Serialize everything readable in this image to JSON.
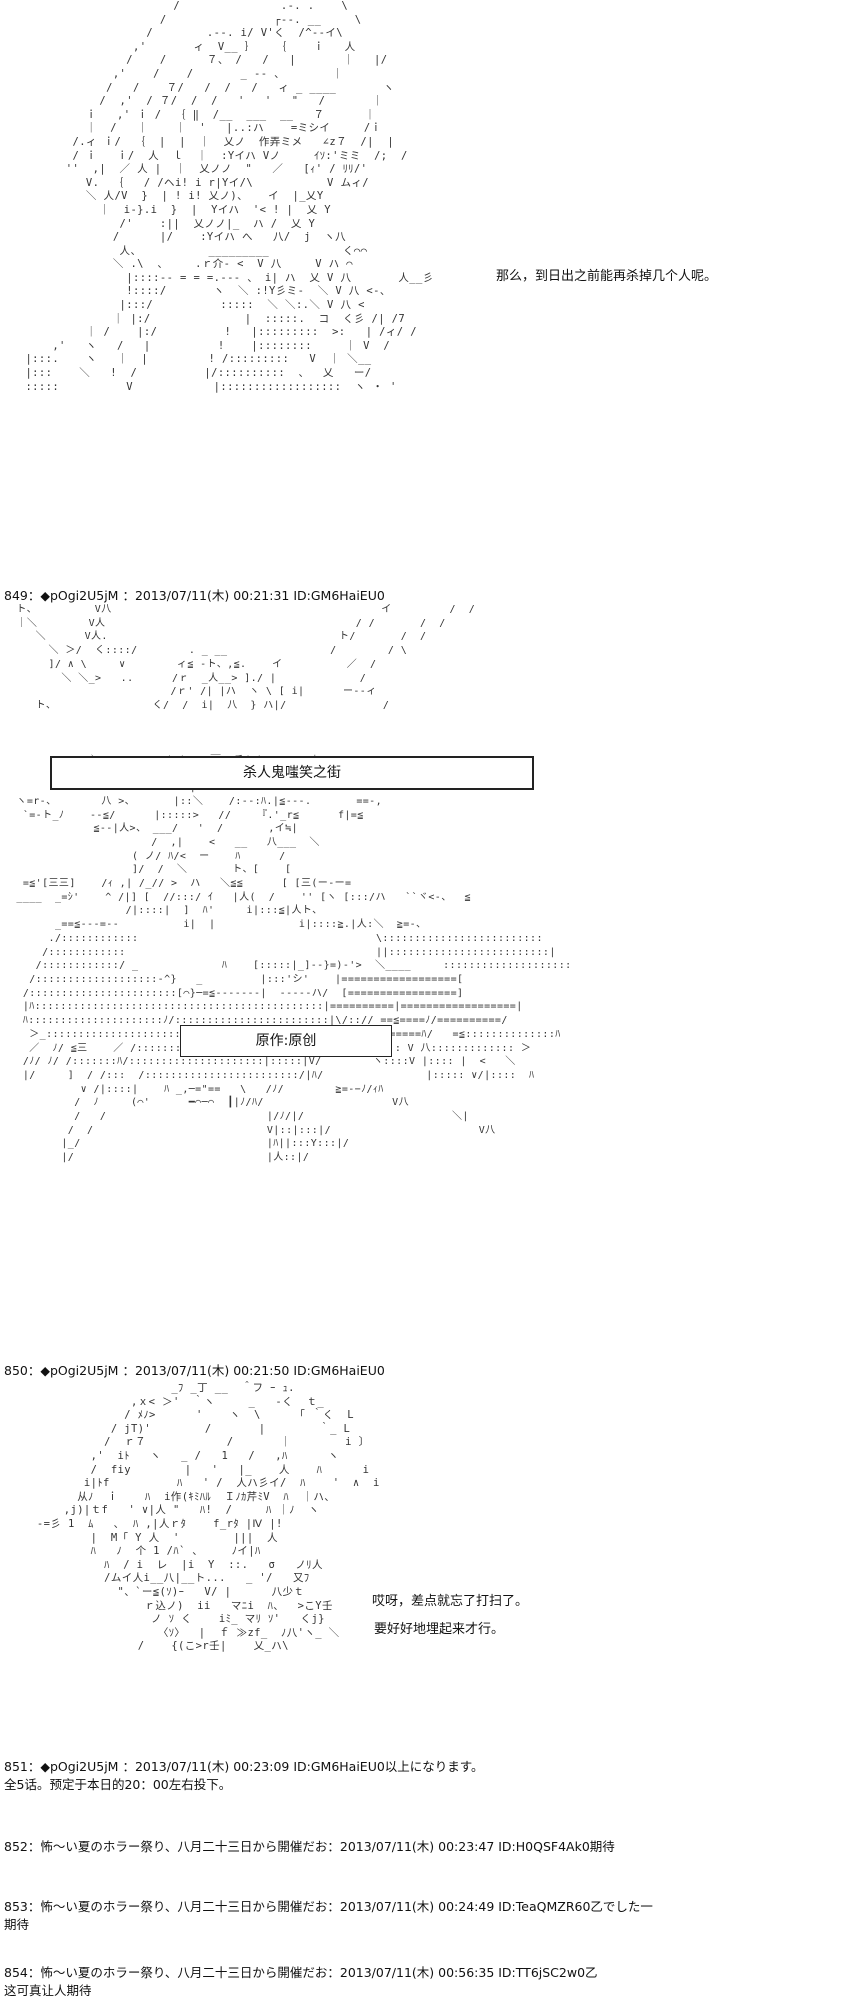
{
  "figure1": {
    "art": "                        /               .-. .    \\\n                      /                ┌--. __     \\\n                    /        .--. i/ V'く  /^--イ\\\n                  ,'       ィ  V__ ｝   ｛    ｉ   人\n                 /    /      ７、 /   /   |       ｜   |/\n               ,'    /    /       _ -- 、       ｜\n              /   /    ７/   /  /   /   ィ _ ____       ヽ\n             /  ,'  / ７/  /  /   '   '   \"   /       ｜\n           ｉ   ,' ｉ /  ｛ ‖  /__  ___  __   ７      ｜\n           ｜  /   ｜    ｜  '   |..:ハ    =ミシイ     /ｉ\n         /.ィ ｉ/  ｛  |  |  ｜  乂ノ  作弄ミメ   ∠z７  /|  |\n         / ｉ   ｉ/  人  ｌ  ｜  :Yイハ Vノ     ｲｿ:'ミミ  /;  /\n        ''  ,|  ／ 人 |  ｜  乂ノノ  \"   ／   [ｨ' / ﾘﾘ/'\n           V.  ｛   / /ヘi! i r|Yイ/\\           V ムィ/\n           ＼ 人/V  }  | ! i! 乂ノ)、   イ  |_乂Y\n             ｜  i-}.i  }  |  Yイハ  '< ! |  乂 Y\n                /'    :||  乂ノノ|_  ハ /  乂 Y\n               /      |/    :Yイハ へ   八/  j  ヽ八\n                人、          _________           く⌒⌒\n               ＼ .\\  、    .ｒ介- <  V 八     V ハ ⌒\n                 |::::-- = = =.--- 、 i| ハ  乂 V 八       人__彡\n                 !::::/       ヽ  ＼ :!Y彡ミ-  ＼ V 八 <-、\n                |:::/          :::::  ＼ ＼:.＼ V 八 <\n               ｜ |:/              |  :::::.  コ  く彡 /| /7\n           ｜ /    |:/          !   |:::::::::  >:   | /ィ/ /\n      ,'   ヽ   /   |          !    |::::::::     ｜ V  /\n  |:::.    ヽ   ｜  |         ! /:::::::::   V  ｜ ＼__\n  |:::    ＼   !  /          |/::::::::::  、  乂   ー/\n  :::::          V            |::::::::::::::::::  ヽ ・ '",
    "speech": "那么，到日出之前能再杀掉几个人呢。"
  },
  "post849": {
    "header": "849：◆pOgi2U5jM ：2013/07/11(木) 00:21:31 ID:GM6HaiEU0",
    "title_box": "杀人鬼嗤笑之街",
    "credit_box": "原作:原创",
    "art": " ト、         V八                                          イ         /  /\n ｜＼        V人                                       / /       /  /\n    ＼      V人.                                    ト/       /  /\n      ＼ ＞/  く::::/        . _ __                /        / \\\n      ]/ ∧ \\     ∨        ィ≦ -ト、,≦.    イ          ／  /\n        ＼ ＼_>   ..      /ｒ  _人__> ]./ |             /\n                         /ｒ' /| |ハ  ヽ \\ [ i|      ー--ィ\n    ト、               く/  /  i|  八  } ハ|/               /\n\n\n\n         ー  ＼::>       ( (    ￣ ≒チ(/)>'ヘ---'ｳ'   ー\n                          (ﾊ   _=ｨ|ﾄ>}:|     -.^\n                         '< |「‐'   ﾊ.=「￣￣\n ヽ=r-、       八 >、      |::＼    /:--:ﾊ.|≦---.       ==-,\n  `=-ト_ﾉ    --≦/      |:::::>   //    『.'_r≦      f|=≦\n             ≦-‐|人>、 ___/   '  /       ,イ≒|\n                      /  ,|    <   __   八___  ＼\n                   ( ノ/ ﾊ/<  ー    ﾊ      /\n                   ]/  /  ＼       ト、[    [\n  =≦'[三三]    /ｨ ,| /_// >  ハ   ＼≦≦      [ [三(ー-ー=\n ____  _=ｼ'    ^ /|] [  //:::/ ｲ   |人(  /    '' [ヽ [:::/ハ   ``ヾ<-、  ≦\n                  /|::::|  ]  ﾊ'     i|:::≦|人ト、\n       _==≦---=--          i|  |             i|::::≧.|人:＼  ≧=-、\n      ./::::::::::::                                     \\:::::::::::::::::::::::::\n     /::::::::::::                                       ||:::::::::::::::::::::::::|\n    /::::::::::::/ _             ﾊ    [:::::|_]--}=)-'>  ＼____     ::::::::::::::::::::\n   /:::::::::::::::::::-^}   _         |:::'シ'    |==================[\n  /:::::::::::::::::::::::[⌒}─=≦-------|  -----ハ/  [=================]\n  |ﾊ:::::::::::::::::::::::::::::::::::::::::::::|==========|==================|\n  ﾊ:::::::::::::::::::::ﾉ/::::::::::::::::::::::::|\\/:://_==≦====ﾉ/==========/\n   ＞_:::::::::::::::::::::/  /::::::::::::::::::::ﾊ\\///  ＼=====ﾊ/   =≦::::::::::::::ﾊ\n   ／  ﾉ/ ≦三    ／ /::::::::::::::::::::|:八\\///    ＼:::::::: V 八::::::::::::: ＞\n  /ﾉ/ ﾉ/ /:::::::ﾊ/:::::::::::::::::::::|:::::|V/        ヽ::::V |:::: |  <   ＼\n  |/     ]  / /:::  /::::::::::::::::::::::::/|ﾊ/                |::::: ∨/|::::  ﾊ\n           ∨ /|::::|    ﾊ _,─=\"==   \\   /ﾉ/        ≧=-−ﾉ/ｨﾊ\n          /  ﾉ     (⌒'      ━⌒─⌒  ┃|ﾉ/ﾊ/                    V八\n          /   /                         |/ﾉ/|/                       ＼|\n         /  /                           V|::|:::|/                       V八\n        |_/                             |ﾊ||:::Y:::|/\n        |/                              |人::|/"
  },
  "post850": {
    "header": "850：◆pOgi2U5jM ：2013/07/11(木) 00:21:50 ID:GM6HaiEU0",
    "art": "                        _ﾌ _丁 __  ＾フ ｰ ｭ.\n                  ,ｘ< ＞'  ｀ヽ     _   -く  ｔ_\n                 / ﾒﾉ>      '    ヽ  \\     「 ｀く  L\n               / jT)'        /       |        ｀_ L\n              /  ｒ７            /       ｜        i 〕\n            ,'  iﾄ   ヽ   _ /   1   /   ,ﾊ      ヽ\n            /  fiy        |   '   |_    人    ﾊ      i\n           i|ﾄf          ﾊ   ' /  人ハ彡イ/  ﾊ    '  ∧  i\n          从ﾉ  ｉ    ﾊ  i作(ｷﾐﾊﾙ  Ｉﾉｶ芹ﾐV  ﾊ  ｜ハ、\n        ,j)|ｔf   ' ∨|人 \"   ﾊ!  /     ﾊ ｜ﾉ  ヽ\n    -=彡 1  ﾑ   ､  ﾊ ,|人ｒﾀ    f_rﾀ |Ⅳ |!\n            |  M「 Y 人  '        |||  人\n            ﾊ   ﾉ  个 1 /ﾊ` ､     ﾉイ|ﾊ\n              ﾊ  / i  レ  |i  Y  ::.   σ   ノﾘ人\n              /ムイ人i__八|__ト...   _ '/   又ﾌ\n                \"、`ー≦(ｿ)ｰ   V/ |      八少ｔ\n                    ｒ込ノ)  ii   マﾆi  ﾊ、  >こY壬\n                     ノ ｿ く    iﾐ_ マﾘ ｿ'   くj}\n                      〈ｿ〉  |  ｆ ≫zf_  ﾉ八'ヽ_ ＼\n                   /    {(こ>r壬|    乂_ハ\\",
    "speech_line1": "哎呀，差点就忘了打扫了。",
    "speech_line2": "要好好地埋起来才行。"
  },
  "post851": {
    "header": "851：◆pOgi2U5jM ：2013/07/11(木) 00:23:09 ID:GM6HaiEU0以上になります。",
    "line2": "全5话。预定于本日的20：00左右投下。"
  },
  "post852": {
    "text": "852：怖～い夏のホラー祭り、八月二十三日から開催だお：2013/07/11(木) 00:23:47 ID:H0QSF4Ak0期待"
  },
  "post853": {
    "text": "853：怖～い夏のホラー祭り、八月二十三日から開催だお：2013/07/11(木) 00:24:49 ID:TeaQMZR60乙でした一",
    "text2": "期待"
  },
  "post854": {
    "text": "854：怖～い夏のホラー祭り、八月二十三日から開催だお：2013/07/11(木) 00:56:35 ID:TT6jSC2w0乙",
    "text2": "这可真让人期待"
  }
}
